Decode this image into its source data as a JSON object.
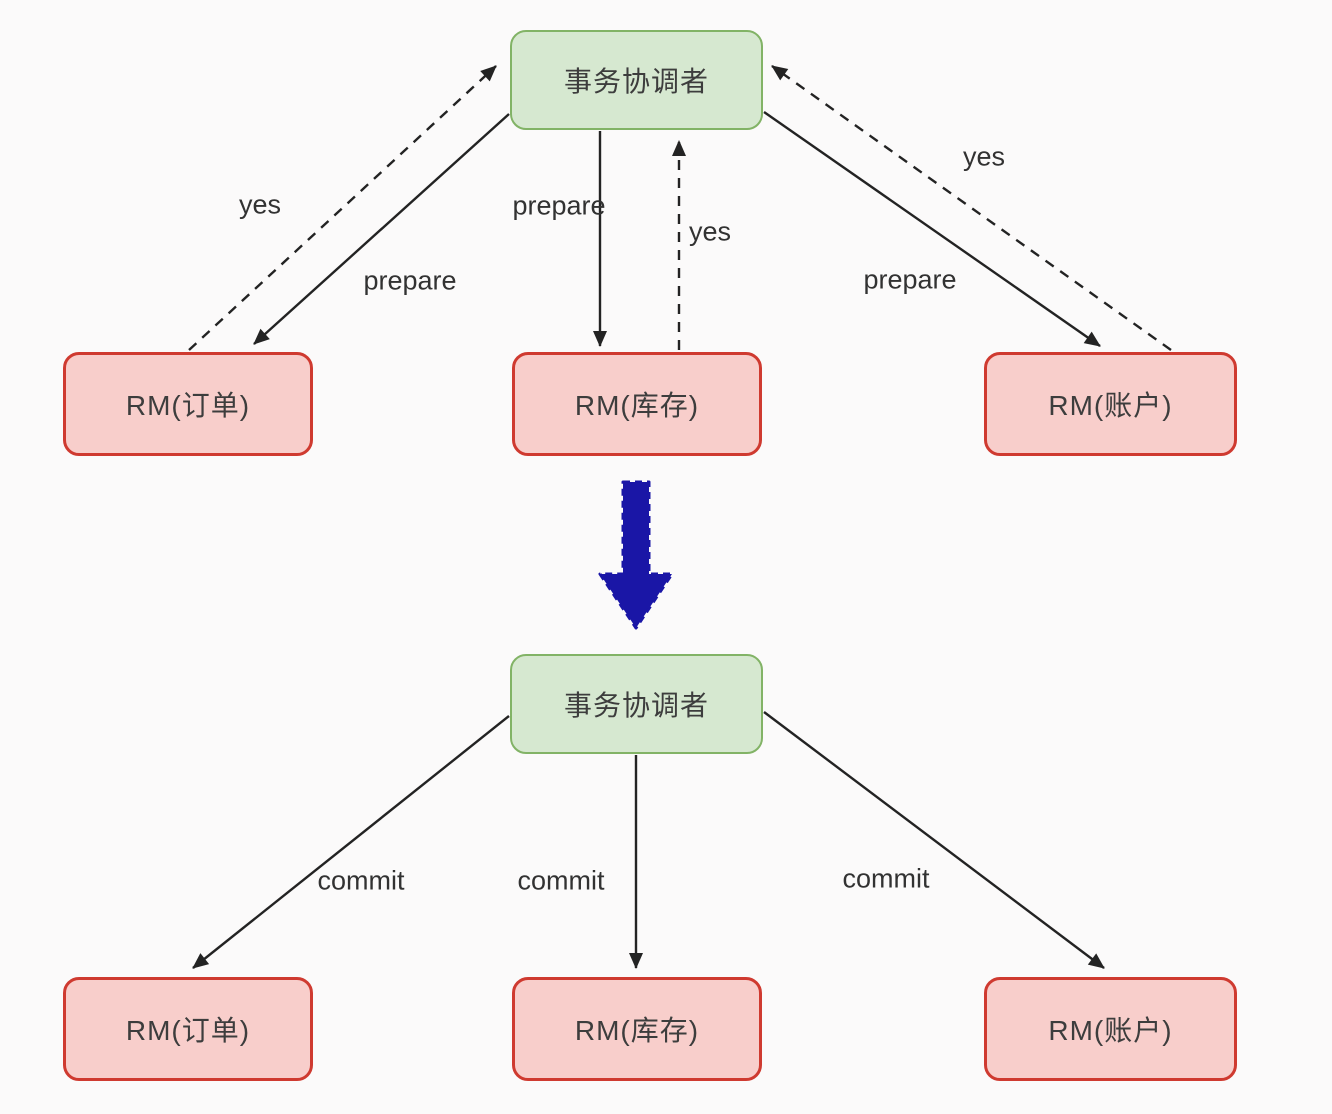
{
  "colors": {
    "background": "#fbfafa",
    "coordinator_fill": "#d6e8d0",
    "coordinator_border": "#82b366",
    "rm_fill": "#f8cecb",
    "rm_border": "#cf3a30",
    "edge_line": "#232323",
    "label_text": "#323232",
    "node_text": "#3d3d3d",
    "phase_arrow": "#1a16a6"
  },
  "phase1": {
    "coordinator": {
      "label": "事务协调者"
    },
    "resources": [
      {
        "label": "RM(订单)"
      },
      {
        "label": "RM(库存)"
      },
      {
        "label": "RM(账户)"
      }
    ],
    "edges": {
      "yes_left": "yes",
      "prepare_left": "prepare",
      "prepare_middle": "prepare",
      "yes_middle": "yes",
      "yes_right": "yes",
      "prepare_right": "prepare"
    }
  },
  "phase2": {
    "coordinator": {
      "label": "事务协调者"
    },
    "resources": [
      {
        "label": "RM(订单)"
      },
      {
        "label": "RM(库存)"
      },
      {
        "label": "RM(账户)"
      }
    ],
    "edges": {
      "commit_left": "commit",
      "commit_middle": "commit",
      "commit_right": "commit"
    }
  }
}
